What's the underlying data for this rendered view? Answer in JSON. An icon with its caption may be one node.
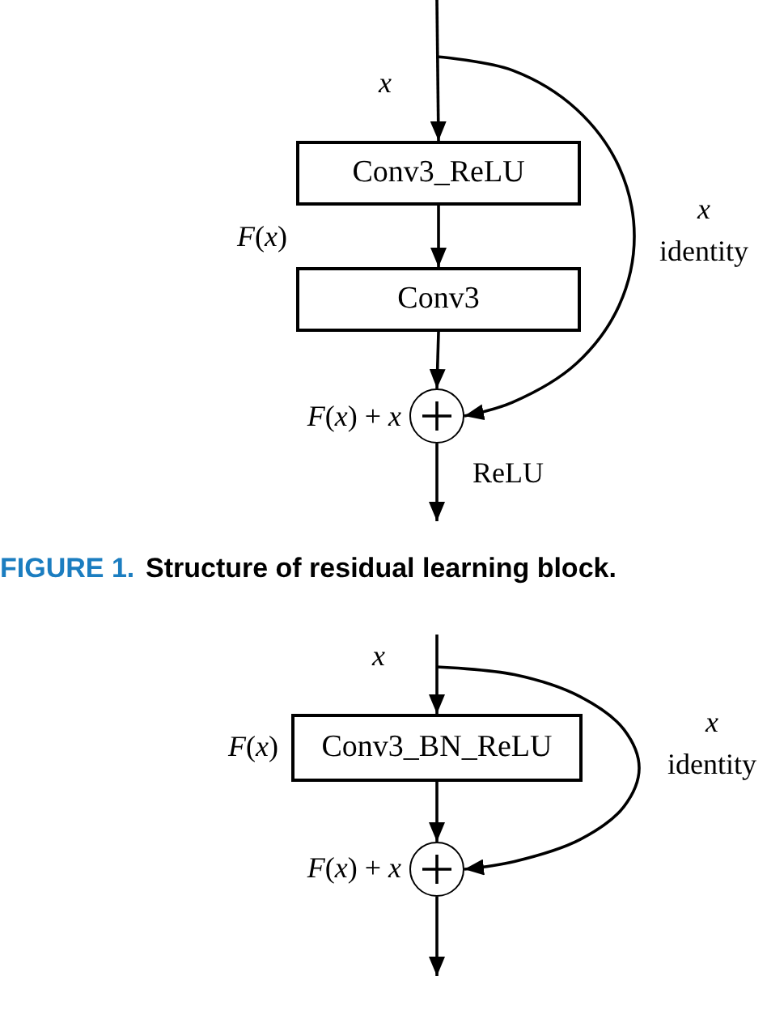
{
  "diagram": {
    "nodes": [
      {
        "text": [
          "Conv3_ReLU"
        ]
      },
      {
        "text": [
          "Conv3"
        ]
      },
      {
        "text": [],
        "shape": "circle",
        "beside": [
          "*F*(*x*) + *x*"
        ]
      },
      {
        "text": [
          "Conv3_BN_ReLU"
        ],
        "beside": [
          "*F*(*x*)"
        ]
      },
      {
        "text": [],
        "shape": "circle",
        "beside": [
          "*F*(*x*) + *x*"
        ]
      }
    ],
    "edges": [
      {
        "from": null,
        "to": 0,
        "arrow": "to",
        "label": "x"
      },
      {
        "from": 0,
        "to": 1,
        "arrow": "to"
      },
      {
        "from": 1,
        "to": 2,
        "arrow": "to"
      },
      {
        "from": null,
        "to": 2,
        "arrow": "to"
      },
      {
        "from": 2,
        "to": null,
        "arrow": "to",
        "label": "ReLU"
      },
      {
        "from": null,
        "to": 3,
        "arrow": "to",
        "label": "x"
      },
      {
        "from": 3,
        "to": 4,
        "arrow": "to"
      },
      {
        "from": null,
        "to": 4,
        "arrow": "to"
      },
      {
        "from": 4,
        "to": null,
        "arrow": "to"
      }
    ],
    "labels": [
      "x",
      "identity",
      "*F*(*x*)",
      "FIGURE 1.",
      "Structure of residual learning block.",
      "x",
      "identity"
    ]
  }
}
